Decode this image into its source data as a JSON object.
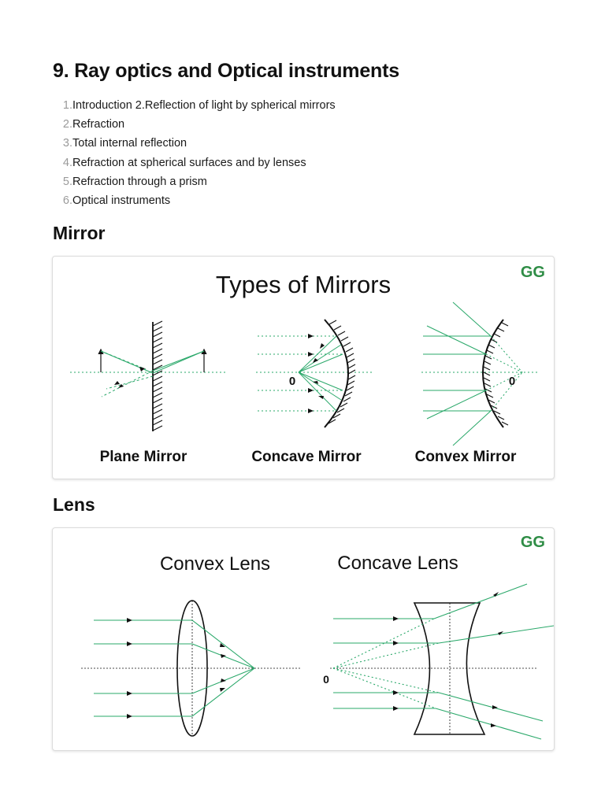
{
  "document": {
    "title": "9. Ray optics and Optical instruments",
    "topics": [
      {
        "num": "1.",
        "text": "Introduction 2.Reflection of light by spherical mirrors"
      },
      {
        "num": "2.",
        "text": "Refraction"
      },
      {
        "num": "3.",
        "text": "Total internal reflection"
      },
      {
        "num": "4.",
        "text": "Refraction at spherical surfaces and by lenses"
      },
      {
        "num": "5.",
        "text": "Refraction through a prism"
      },
      {
        "num": "6.",
        "text": "Optical instruments"
      }
    ]
  },
  "mirror_section": {
    "heading": "Mirror",
    "figure": {
      "title": "Types of Mirrors",
      "logo_text": "GG",
      "point_label": "0",
      "labels": {
        "plane": "Plane Mirror",
        "concave": "Concave Mirror",
        "convex": "Convex Mirror"
      }
    }
  },
  "lens_section": {
    "heading": "Lens",
    "figure": {
      "logo_text": "GG",
      "convex_title": "Convex Lens",
      "concave_title": "Concave Lens",
      "point_label": "0"
    }
  },
  "colors": {
    "ray": "#2aa86a",
    "brand": "#2f8d46",
    "line": "#111111"
  }
}
